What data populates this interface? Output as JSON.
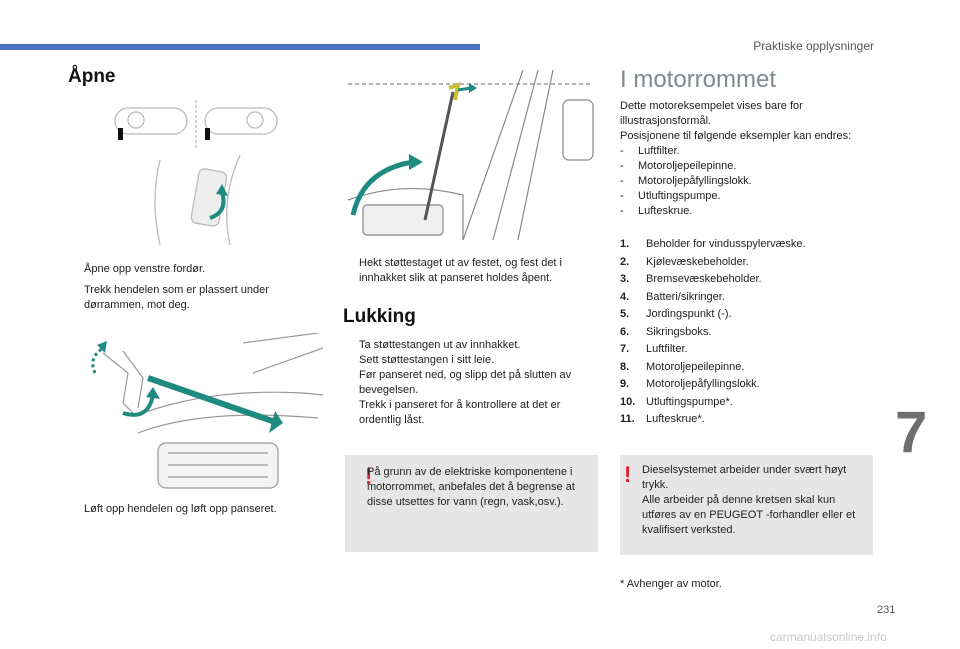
{
  "header": {
    "section_label": "Praktiske opplysninger"
  },
  "open": {
    "title": "Åpne",
    "steps": [
      "Åpne opp venstre fordør.",
      "Trekk hendelen som er plassert under dørrammen, mot deg."
    ],
    "step_lift": "Løft opp hendelen og løft opp panseret.",
    "step_strut": "Hekt støttestaget ut av festet, og fest det i innhakket slik at panseret holdes åpent."
  },
  "close": {
    "title": "Lukking",
    "steps": [
      "Ta støttestangen ut av innhakket.",
      "Sett støttestangen i sitt leie.",
      "Før panseret ned, og slipp det på slutten av bevegelsen.",
      "Trekk i panseret for å kontrollere at det er ordentlig låst."
    ],
    "note": "På grunn av de elektriske komponentene i motorrommet, anbefales det å begrense at disse utsettes for vann (regn, vask,osv.)."
  },
  "engine": {
    "title": "I motorrommet",
    "intro_lines": [
      "Dette motoreksempelet vises bare for",
      "illustrasjonsformål.",
      "Posisjonene til følgende eksempler kan endres:"
    ],
    "dash_items": [
      "Luftfilter.",
      "Motoroljepeilepinne.",
      "Motoroljepåfyllingslokk.",
      "Utluftingspumpe.",
      "Lufteskrue."
    ],
    "numbered": [
      {
        "n": "1.",
        "text": "Beholder for vindusspylervæske."
      },
      {
        "n": "2.",
        "text": "Kjølevæskebeholder."
      },
      {
        "n": "3.",
        "text": "Bremsevæskebeholder."
      },
      {
        "n": "4.",
        "text": "Batteri/sikringer."
      },
      {
        "n": "5.",
        "text": "Jordingspunkt (-)."
      },
      {
        "n": "6.",
        "text": "Sikringsboks."
      },
      {
        "n": "7.",
        "text": "Luftfilter."
      },
      {
        "n": "8.",
        "text": "Motoroljepeilepinne."
      },
      {
        "n": "9.",
        "text": "Motoroljepåfyllingslokk."
      },
      {
        "n": "10.",
        "text": "Utluftingspumpe*."
      },
      {
        "n": "11.",
        "text": "Lufteskrue*."
      }
    ],
    "note_lines": [
      "Dieselsystemet arbeider under svært høyt trykk.",
      "Alle arbeider på denne kretsen skal kun utføres av en PEUGEOT -forhandler eller et kvalifisert verksted."
    ],
    "footnote": "*    Avhenger av motor."
  },
  "bullet_glyph": "",
  "dash_glyph": "-",
  "warning_glyph": "!",
  "chapter_number": "7",
  "page_number": "231",
  "watermark": "carmanualsonline.info",
  "colors": {
    "accent_blue": "#4a72c4",
    "arrow_teal": "#1f8a80",
    "warning_red": "#e0202a",
    "note_bg": "#e6e6e6"
  }
}
